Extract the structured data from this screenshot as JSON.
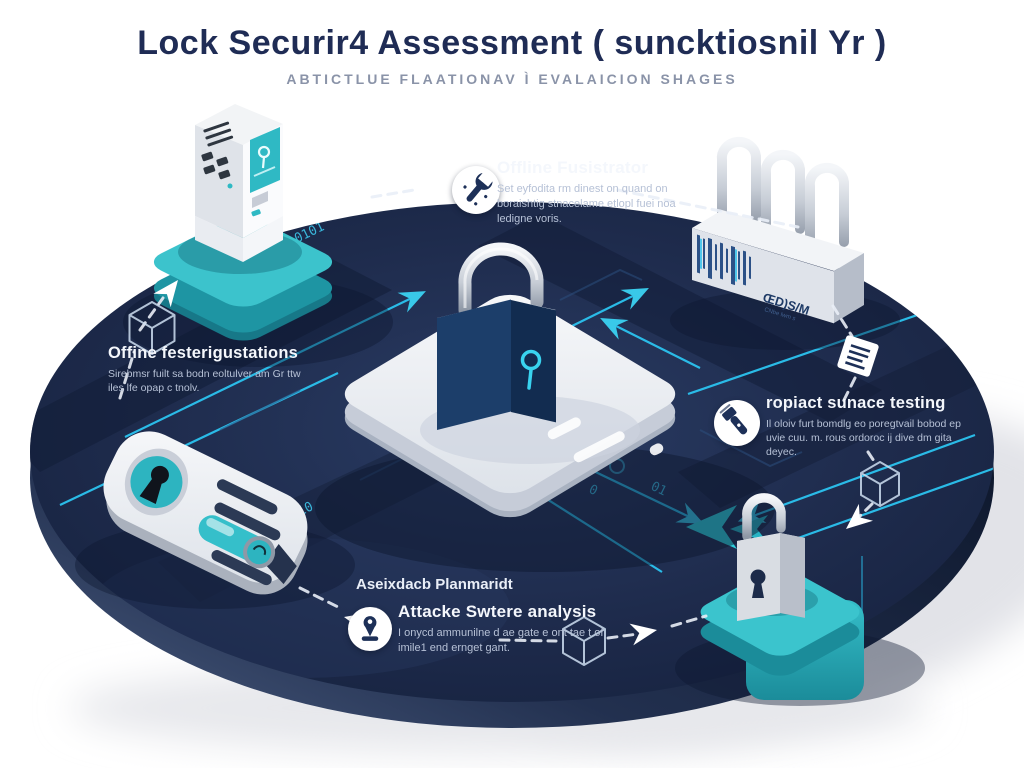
{
  "header": {
    "title": "Lock Securir4 Assessment ( suncktiosnil Yr )",
    "subtitle": "ABTICTLUE FLAATIONAV Ì EVALAICION SHAGES"
  },
  "callouts": {
    "top": {
      "heading": "Offline Fusistrator",
      "body": "Set eyfodita rm dinest on quand on boraishtig stnacelame etlopl fuei noa ledigne voris.",
      "icon": "wrench-icon"
    },
    "left": {
      "heading": "Offine festerigustations",
      "body": "Sirebmsr fuilt sa bodn eoltulver am Gr ttw iles lfe opap c tnolv."
    },
    "right": {
      "heading": "ropiact sunace testing",
      "body": "Il oloiv furt bomdlg eo poregtvail bobod ep uvie cuu. m. rous ordoroc ij dive dm gita deyec.",
      "icon": "flashlight-icon"
    },
    "bottom": {
      "kicker": "Aseixdacb Planmaridt",
      "heading": "Attacke Swtere analysis",
      "body": "I onycd ammunilne d ae gate e ont tae t of imile1 end ernget gant.",
      "icon": "person-pin-icon"
    }
  },
  "scene": {
    "lock_bank_label": "ŒD)S/M",
    "lock_bank_sublabel": "CNbe lwm s",
    "binary": [
      "0101",
      "10",
      "0",
      "01"
    ],
    "icons": {
      "top_callout": "wrench-icon",
      "right_callout": "flashlight-icon",
      "bottom_callout": "person-pin-icon",
      "right_path": "document-icon",
      "decor": [
        "cube-wireframe-icon",
        "paper-plane-arrow-icon"
      ]
    }
  },
  "colors": {
    "accent_teal": "#2fb9c4",
    "circuit_cyan": "#2cc3f0",
    "disc_navy": "#1e2b4c",
    "lock_navy": "#16355e",
    "title_navy": "#1f2c55",
    "subtitle_grey": "#8a93a8",
    "callout_body_grey": "#b6c1d6"
  }
}
